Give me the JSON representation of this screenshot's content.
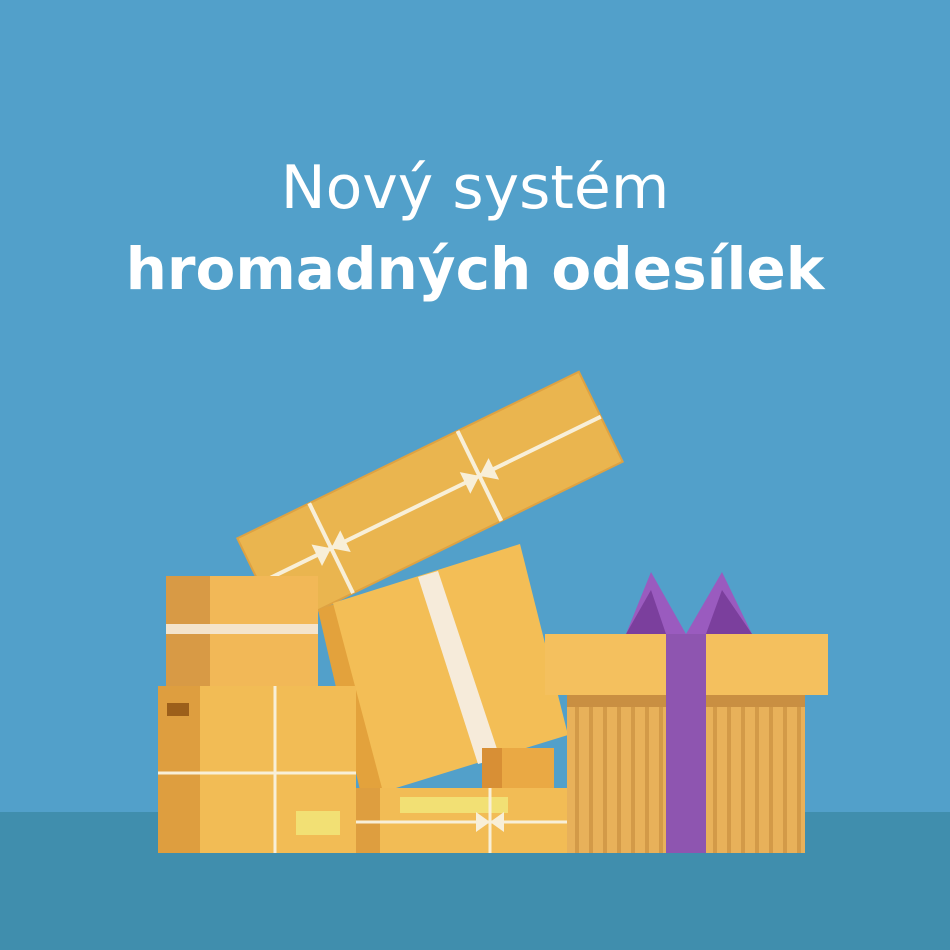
{
  "headline": {
    "line1": "Nový systém",
    "line2": "hromadných odesílek"
  },
  "colors": {
    "background": "#52a0ca",
    "floor": "#408ead",
    "box": "#f2bc55",
    "box_dark": "#dea242",
    "box_side": "#e3a23c",
    "ribbon": "#8e55b0",
    "text": "#ffffff"
  },
  "illustration": {
    "icon": "stack-of-parcels-and-gift-box"
  }
}
